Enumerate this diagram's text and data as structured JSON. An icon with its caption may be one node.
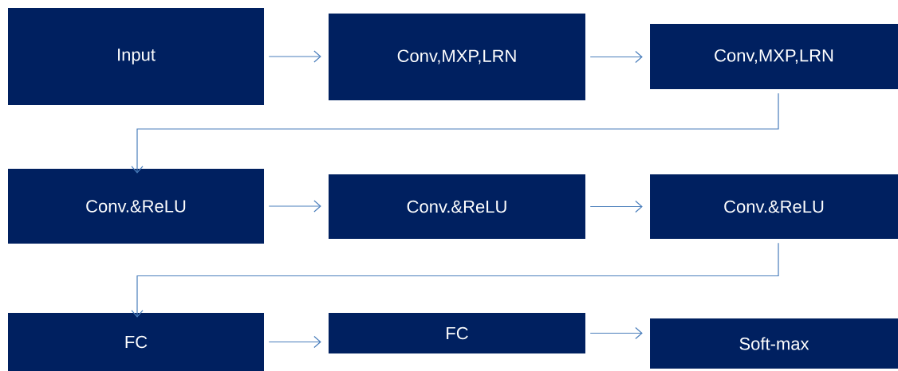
{
  "diagram": {
    "nodes": [
      {
        "text": [
          "Input"
        ]
      },
      {
        "text": [
          "Conv,MXP,LRN"
        ]
      },
      {
        "text": [
          "Conv,MXP,LRN"
        ]
      },
      {
        "text": [
          "Conv.&ReLU"
        ]
      },
      {
        "text": [
          "Conv.&ReLU"
        ]
      },
      {
        "text": [
          "Conv.&ReLU"
        ]
      },
      {
        "text": [
          "FC"
        ]
      },
      {
        "text": [
          "FC"
        ]
      },
      {
        "text": [
          "Soft-max"
        ]
      }
    ],
    "edges": [
      {
        "from": 0,
        "to": 1,
        "arrow": "to"
      },
      {
        "from": 1,
        "to": 2,
        "arrow": "to"
      },
      {
        "from": 2,
        "to": 3,
        "arrow": "to"
      },
      {
        "from": 3,
        "to": 4,
        "arrow": "to"
      },
      {
        "from": 4,
        "to": 5,
        "arrow": "to"
      },
      {
        "from": 5,
        "to": 6,
        "arrow": "to"
      },
      {
        "from": 6,
        "to": 7,
        "arrow": "to"
      },
      {
        "from": 7,
        "to": 8,
        "arrow": "to"
      }
    ]
  }
}
